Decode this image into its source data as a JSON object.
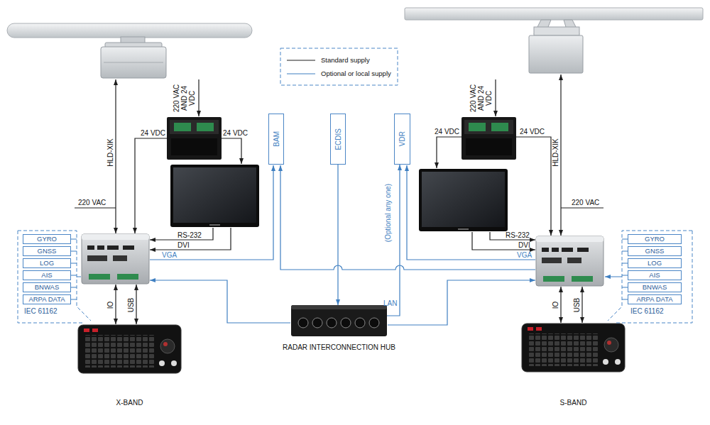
{
  "diagram": {
    "nodes": [
      {
        "text": [
          "BAM"
        ]
      },
      {
        "text": [
          "ECDIS"
        ]
      },
      {
        "text": [
          "VDR"
        ]
      },
      {
        "text": [
          "GYRO"
        ]
      },
      {
        "text": [
          "GNSS"
        ]
      },
      {
        "text": [
          "LOG"
        ]
      },
      {
        "text": [
          "AIS"
        ]
      },
      {
        "text": [
          "BNWAS"
        ]
      },
      {
        "text": [
          "ARPA DATA"
        ]
      },
      {
        "text": [
          "GYRO"
        ]
      },
      {
        "text": [
          "GNSS"
        ]
      },
      {
        "text": [
          "LOG"
        ]
      },
      {
        "text": [
          "AIS"
        ]
      },
      {
        "text": [
          "BNWAS"
        ]
      },
      {
        "text": [
          "ARPA DATA"
        ]
      },
      {
        "text": [
          "RADAR INTERCONNECTION HUB"
        ]
      },
      {
        "text": [
          "X-BAND"
        ]
      },
      {
        "text": [
          "S-BAND"
        ]
      }
    ],
    "edges": [
      {
        "from": 1,
        "to": 15,
        "arrow": "to"
      },
      {
        "from": 15,
        "to": 2,
        "label": "LAN",
        "arrow": "to"
      }
    ],
    "labels": [
      "HLD-XIK",
      "220 VAC AND 24 VDC",
      "24 VDC",
      "24 VDC",
      "220 VAC",
      "RS-232",
      "DVI",
      "VGA",
      "IEC 61162",
      "IO",
      "USB",
      "(Optional any one)",
      "220 VAC AND 24 VDC",
      "24 VDC",
      "24 VDC",
      "HLD-XIK",
      "220 VAC",
      "RS-232",
      "DVI",
      "VGA",
      "IEC 61162",
      "IO",
      "USB"
    ],
    "legend": [
      {
        "text": "Standard supply"
      },
      {
        "text": "Optional or local supply"
      }
    ]
  }
}
